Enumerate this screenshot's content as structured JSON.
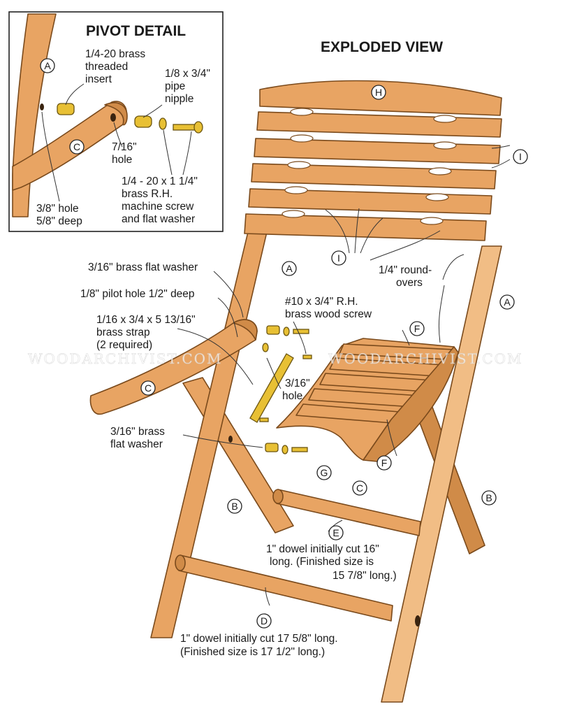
{
  "titles": {
    "exploded": "EXPLODED VIEW",
    "pivot": "PIVOT DETAIL"
  },
  "watermark": "WOODARCHIVIST.COM",
  "callouts": [
    "A",
    "B",
    "C",
    "D",
    "E",
    "F",
    "G",
    "H",
    "I"
  ],
  "pivot_notes": {
    "insert": [
      "1/4-20 brass",
      "threaded",
      "insert"
    ],
    "nipple": [
      "1/8 x 3/4\"",
      "pipe",
      "nipple"
    ],
    "hole": [
      "7/16\"",
      "hole"
    ],
    "screw": [
      "1/4 - 20 x 1 1/4\"",
      "brass R.H.",
      "machine screw",
      "and flat washer"
    ],
    "deep_hole": [
      "3/8\" hole",
      "5/8\" deep"
    ]
  },
  "notes": {
    "washer_top": "3/16\" brass flat washer",
    "pilot_hole": "1/8\" pilot hole 1/2\" deep",
    "strap": [
      "1/16 x 3/4 x 5 13/16\"",
      "brass strap",
      "(2 required)"
    ],
    "wood_screw": [
      "#10 x 3/4\" R.H.",
      "brass wood screw"
    ],
    "roundovers": [
      "1/4\" round-",
      "overs"
    ],
    "strap_hole": [
      "3/16\"",
      "hole"
    ],
    "washer_bottom": [
      "3/16\" brass",
      "flat washer"
    ],
    "dowel_e": [
      "1\" dowel initially cut 16\"",
      "long. (Finished size is",
      "15 7/8\" long.)"
    ],
    "dowel_d": [
      "1\" dowel initially cut 17 5/8\" long.",
      "(Finished size is 17 1/2\" long.)"
    ]
  },
  "colors": {
    "wood": "#e8a463",
    "wood_dark": "#d08b48",
    "brass": "#e8c034",
    "outline": "#7a4a1c"
  }
}
